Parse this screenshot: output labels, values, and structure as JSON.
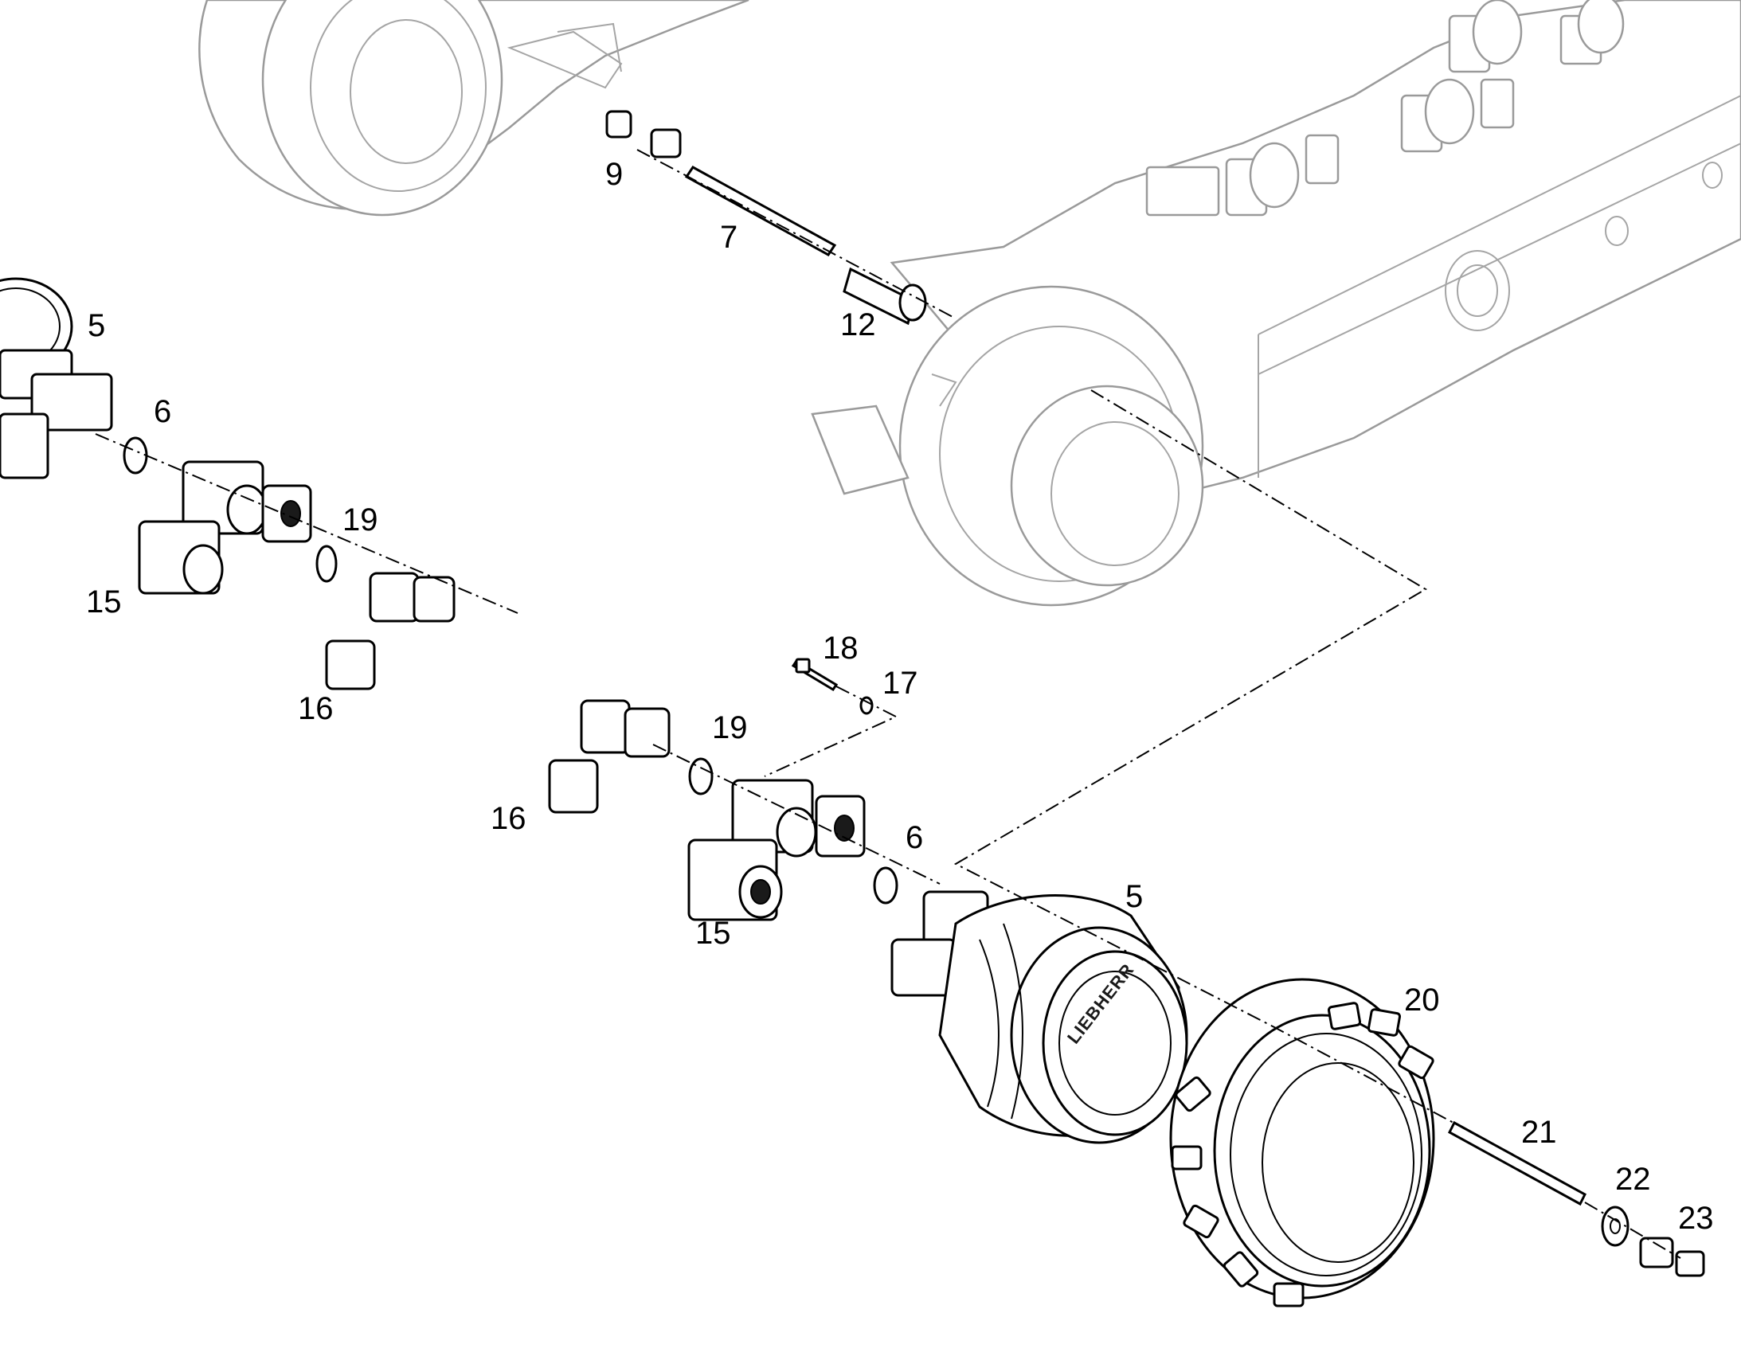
{
  "diagram": {
    "type": "exploded-parts-diagram",
    "callouts": {
      "c5_left": "5",
      "c6_left": "6",
      "c19_left": "19",
      "c15_left": "15",
      "c16_left": "16",
      "c9": "9",
      "c7": "7",
      "c12": "12",
      "c18": "18",
      "c17": "17",
      "c19_mid": "19",
      "c16_mid": "16",
      "c6_mid": "6",
      "c15_mid": "15",
      "c5_mid": "5",
      "c20": "20",
      "c21": "21",
      "c22": "22",
      "c23": "23"
    },
    "brand_mark": "LIEBHERR"
  }
}
